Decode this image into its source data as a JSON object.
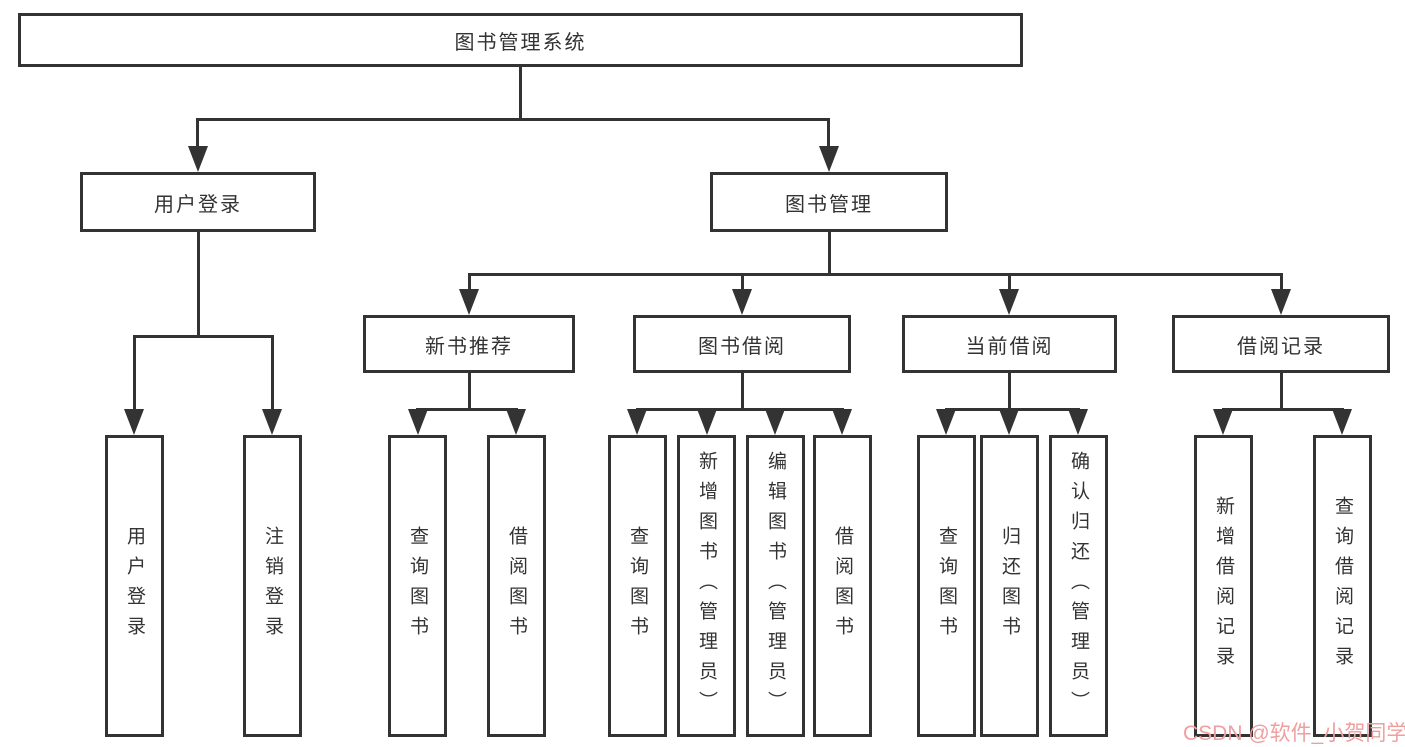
{
  "diagram": {
    "tree": {
      "label": "图书管理系统",
      "children": [
        {
          "label": "用户登录",
          "children": [
            {
              "label": "用户登录"
            },
            {
              "label": "注销登录"
            }
          ]
        },
        {
          "label": "图书管理",
          "children": [
            {
              "label": "新书推荐",
              "children": [
                {
                  "label": "查询图书"
                },
                {
                  "label": "借阅图书"
                }
              ]
            },
            {
              "label": "图书借阅",
              "children": [
                {
                  "label": "查询图书"
                },
                {
                  "label": "新增图书（管理员）"
                },
                {
                  "label": "编辑图书（管理员）"
                },
                {
                  "label": "借阅图书"
                }
              ]
            },
            {
              "label": "当前借阅",
              "children": [
                {
                  "label": "查询图书"
                },
                {
                  "label": "归还图书"
                },
                {
                  "label": "确认归还（管理员）"
                }
              ]
            },
            {
              "label": "借阅记录",
              "children": [
                {
                  "label": "新增借阅记录"
                },
                {
                  "label": "查询借阅记录"
                }
              ]
            }
          ]
        }
      ]
    }
  },
  "watermark": {
    "text": "CSDN @软件_小贺同学"
  },
  "colors": {
    "line": "#333333",
    "text": "#333333",
    "background": "#ffffff",
    "watermark": "#EF9F9F"
  }
}
